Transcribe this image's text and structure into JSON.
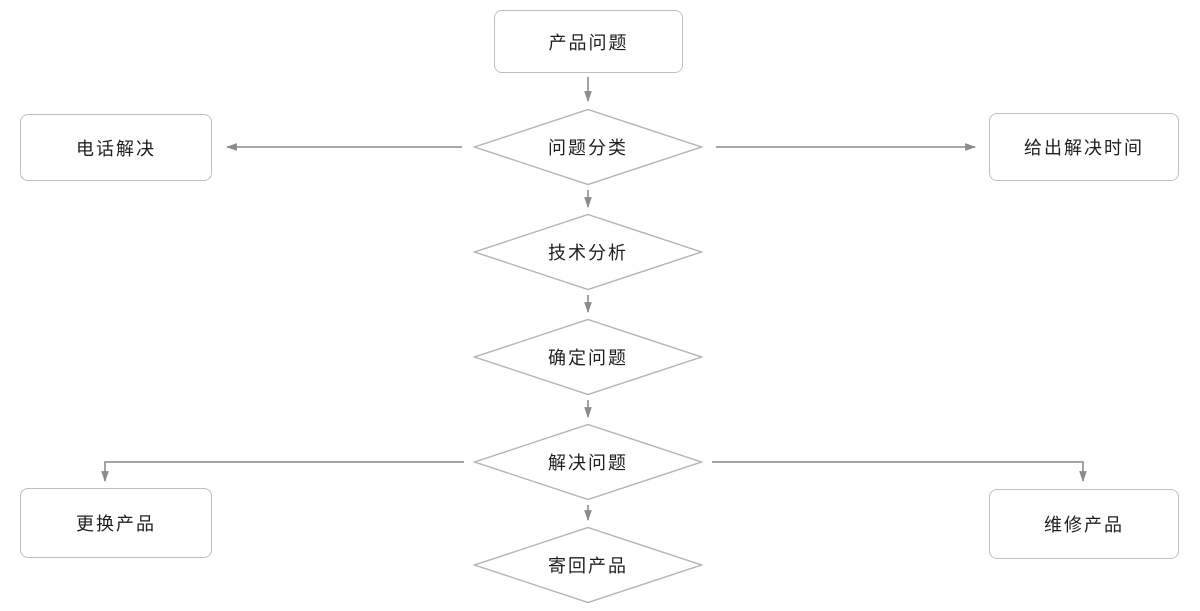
{
  "diagram": {
    "type": "flowchart",
    "background": "#ffffff",
    "nodes": {
      "product_problem": {
        "label": "产品问题",
        "shape": "rounded-rect"
      },
      "problem_classify": {
        "label": "问题分类",
        "shape": "diamond"
      },
      "phone_resolve": {
        "label": "电话解决",
        "shape": "rounded-rect"
      },
      "give_time": {
        "label": "给出解决时间",
        "shape": "rounded-rect"
      },
      "tech_analysis": {
        "label": "技术分析",
        "shape": "diamond"
      },
      "confirm_problem": {
        "label": "确定问题",
        "shape": "diamond"
      },
      "solve_problem": {
        "label": "解决问题",
        "shape": "diamond"
      },
      "replace_product": {
        "label": "更换产品",
        "shape": "rounded-rect"
      },
      "repair_product": {
        "label": "维修产品",
        "shape": "rounded-rect"
      },
      "return_product": {
        "label": "寄回产品",
        "shape": "diamond"
      }
    },
    "edges": [
      {
        "from": "product_problem",
        "to": "problem_classify",
        "direction": "down"
      },
      {
        "from": "problem_classify",
        "to": "phone_resolve",
        "direction": "left"
      },
      {
        "from": "problem_classify",
        "to": "give_time",
        "direction": "right"
      },
      {
        "from": "problem_classify",
        "to": "tech_analysis",
        "direction": "down"
      },
      {
        "from": "tech_analysis",
        "to": "confirm_problem",
        "direction": "down"
      },
      {
        "from": "confirm_problem",
        "to": "solve_problem",
        "direction": "down"
      },
      {
        "from": "solve_problem",
        "to": "replace_product",
        "direction": "left-down"
      },
      {
        "from": "solve_problem",
        "to": "repair_product",
        "direction": "right-down"
      },
      {
        "from": "solve_problem",
        "to": "return_product",
        "direction": "down"
      }
    ],
    "colors": {
      "connector": "#999999",
      "arrowhead": "#8c8c8c",
      "rect_border": "#bfbfbf",
      "diamond_border": "#b3b3b3",
      "shape_fill": "#ffffff",
      "text": "#1f1f1f"
    }
  }
}
